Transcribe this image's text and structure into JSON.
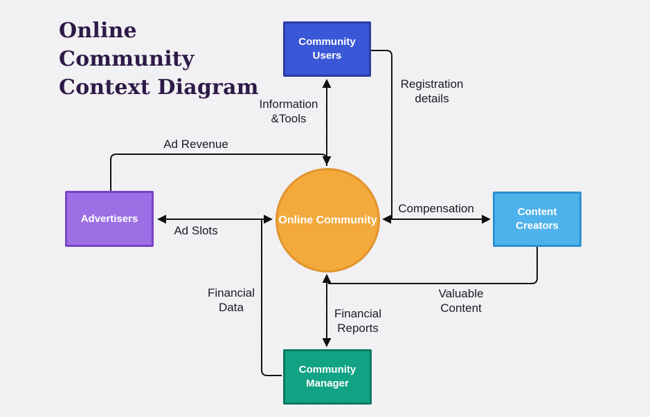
{
  "title": {
    "lines": [
      "Online",
      "Community",
      "Context Diagram"
    ],
    "color": "#2e1a47"
  },
  "process": {
    "label": "Online Community",
    "shape": "circle",
    "fill": "#f4a93c",
    "border": "#e1942c"
  },
  "entities": [
    {
      "id": "community-users",
      "label": "Community Users",
      "fill": "#3a57d7",
      "border": "#2a3aa0",
      "position": "top"
    },
    {
      "id": "advertisers",
      "label": "Advertisers",
      "fill": "#9c6fe4",
      "border": "#7a42c8",
      "position": "left"
    },
    {
      "id": "content-creators",
      "label": "Content Creators",
      "fill": "#4fb2ea",
      "border": "#2d90d2",
      "position": "right"
    },
    {
      "id": "community-manager",
      "label": "Community Manager",
      "fill": "#12a284",
      "border": "#0b7a64",
      "position": "bottom"
    }
  ],
  "flows": [
    {
      "label": "Information &Tools",
      "from": "Online Community",
      "to": "Community Users"
    },
    {
      "label": "Registration details",
      "from": "Community Users",
      "to": "Online Community"
    },
    {
      "label": "Ad Revenue",
      "from": "Advertisers",
      "to": "Online Community"
    },
    {
      "label": "Ad Slots",
      "from": "Online Community",
      "to": "Advertisers"
    },
    {
      "label": "Compensation",
      "from": "Online Community",
      "to": "Content Creators"
    },
    {
      "label": "Valuable Content",
      "from": "Content Creators",
      "to": "Online Community"
    },
    {
      "label": "Financial Data",
      "from": "Community Manager",
      "to": "Online Community"
    },
    {
      "label": "Financial Reports",
      "from": "Online Community",
      "to": "Community Manager"
    }
  ],
  "line_color": "#111111",
  "background": "#f1f0f3"
}
